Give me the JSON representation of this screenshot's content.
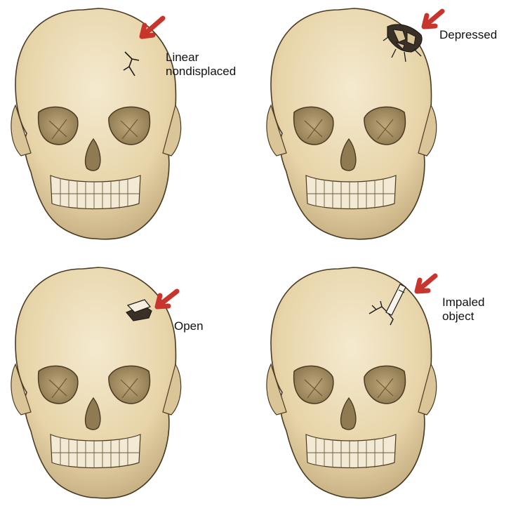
{
  "panels": [
    {
      "id": "linear",
      "label": "Linear\nnondisplaced"
    },
    {
      "id": "depressed",
      "label": "Depressed"
    },
    {
      "id": "open",
      "label": "Open"
    },
    {
      "id": "impaled",
      "label": "Impaled\nobject"
    }
  ],
  "colors": {
    "bone_fill": "#ecdcb6",
    "bone_shadow": "#c9b386",
    "outline": "#4a3a22",
    "arrow": "#c8352d",
    "fracture": "#1a1a1a"
  },
  "icons": {
    "pointer": "red-arrow-icon",
    "skull": "skull-illustration"
  }
}
